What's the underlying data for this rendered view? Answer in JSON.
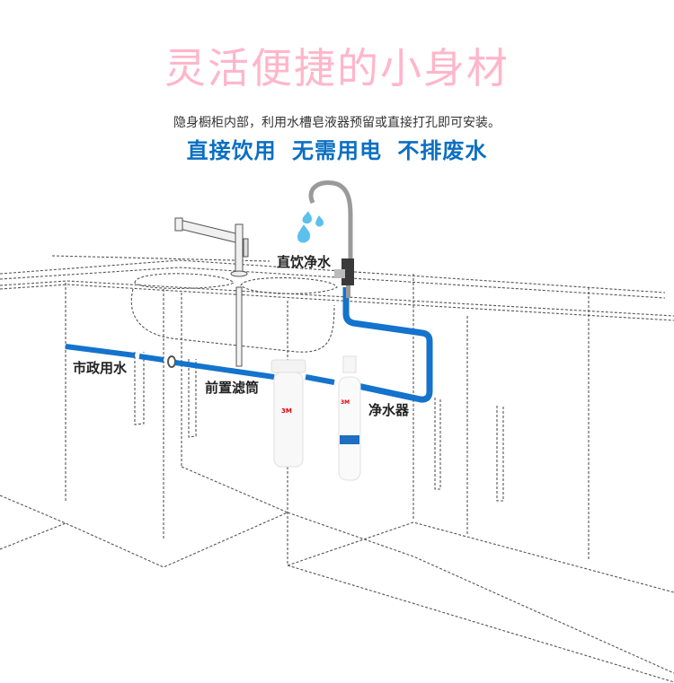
{
  "header": {
    "headline": "灵活便捷的小身材",
    "description": "隐身橱柜内部，利用水槽皂液器预留或直接打孔即可安装。",
    "slogan": [
      "直接饮用",
      "无需用电",
      "不排废水"
    ]
  },
  "diagram": {
    "labels": {
      "direct_drinking": "直饮净水",
      "municipal_water": "市政用水",
      "pre_filter": "前置滤筒",
      "purifier": "净水器"
    },
    "brand_mark": "3M",
    "colors": {
      "headline": "#ffb6cb",
      "slogan": "#0a6fc2",
      "pipe": "#1473cc",
      "water_drop": "#5cc0ec"
    }
  }
}
